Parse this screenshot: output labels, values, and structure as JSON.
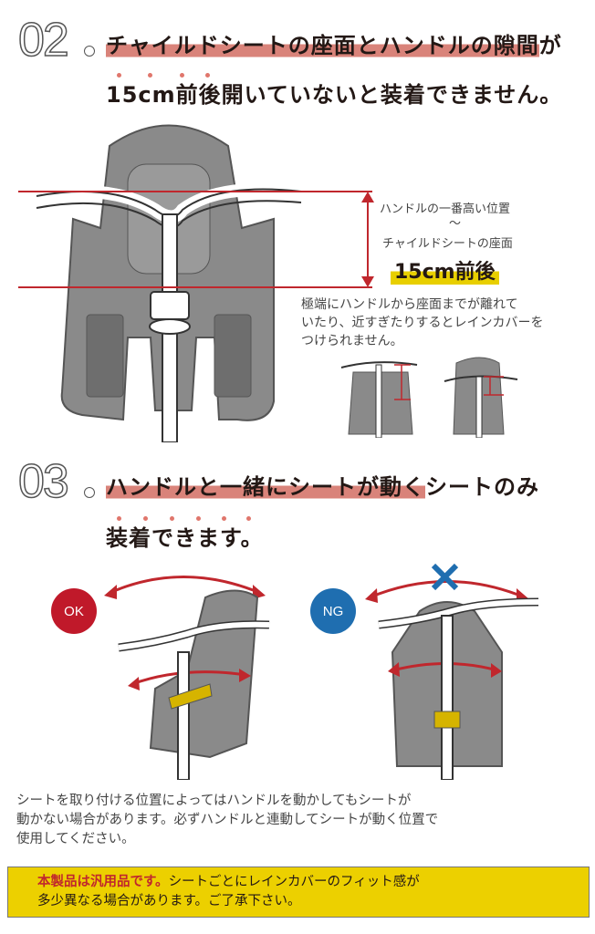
{
  "section02": {
    "number": "02",
    "heading_highlight": "チャイルドシートの座面とハンドルの隙間",
    "heading_rest": "が",
    "line2": "15cm前後開いていないと装着できません。",
    "label_top": "ハンドルの一番高い位置",
    "label_tilde": "～",
    "label_bottom": "チャイルドシートの座面",
    "distance": "15cm前後",
    "note": [
      "極端にハンドルから座面までが離れて",
      "いたり、近すぎたりするとレインカバーを",
      "つけられません。"
    ]
  },
  "section03": {
    "number": "03",
    "heading_highlight": "ハンドルと一緒にシートが動く",
    "heading_rest": "シートのみ",
    "line2": "装着できます。",
    "ok_label": "OK",
    "ng_label": "NG",
    "note": [
      "シートを取り付ける位置によってはハンドルを動かしてもシートが",
      "動かない場合があります。必ずハンドルと連動してシートが動く位置で",
      "使用してください。"
    ]
  },
  "notice": {
    "emphasis": "本製品は汎用品です。",
    "text1": "シートごとにレインカバーのフィット感が",
    "text2": "多少異なる場合があります。ご了承下さい。"
  },
  "colors": {
    "highlight": "#d9837a",
    "red": "#c0272d",
    "ok": "#c0192a",
    "ng": "#1f6eb0",
    "yellow": "#ecd000"
  }
}
